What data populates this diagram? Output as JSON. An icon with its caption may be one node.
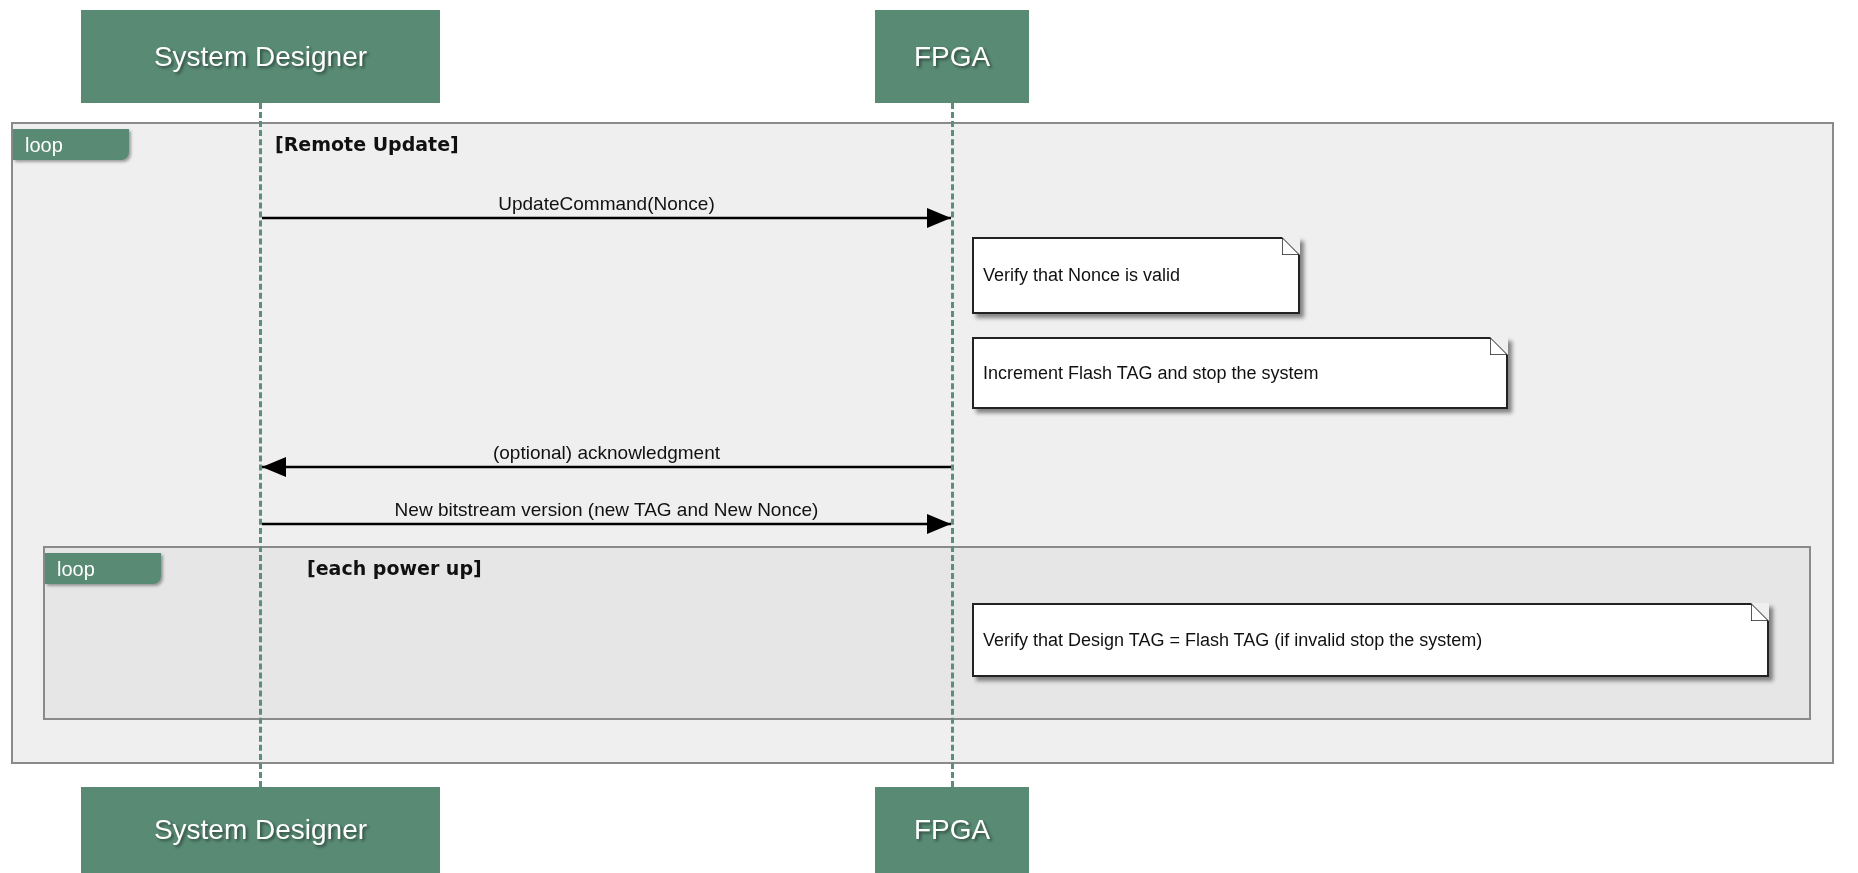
{
  "diagram": {
    "nodes": [
      {
        "text": [
          "System Designer"
        ]
      },
      {
        "text": [
          "FPGA"
        ]
      },
      {
        "text": [
          "loop",
          "[Remote Update]"
        ]
      },
      {
        "text": [
          "Verify that Nonce is valid"
        ],
        "in": 2
      },
      {
        "text": [
          "Increment Flash TAG and stop the system"
        ],
        "in": 2
      },
      {
        "text": [
          "loop",
          "[each power up]"
        ],
        "in": 2
      },
      {
        "text": [
          "Verify that Design TAG = Flash TAG (if invalid stop the system)"
        ],
        "in": 5
      },
      {
        "text": [
          "System Designer"
        ]
      },
      {
        "text": [
          "FPGA"
        ]
      },
      {
        "text": [],
        "shape": "line"
      },
      {
        "text": [],
        "shape": "line"
      }
    ],
    "edges": [
      {
        "from": 9,
        "to": 10,
        "arrow": "to",
        "label": "UpdateCommand(Nonce)"
      },
      {
        "from": 10,
        "to": 9,
        "arrow": "to",
        "label": "(optional) acknowledgment"
      },
      {
        "from": 9,
        "to": 10,
        "arrow": "to",
        "label": "New bitstream version (new TAG and New Nonce)"
      }
    ]
  }
}
